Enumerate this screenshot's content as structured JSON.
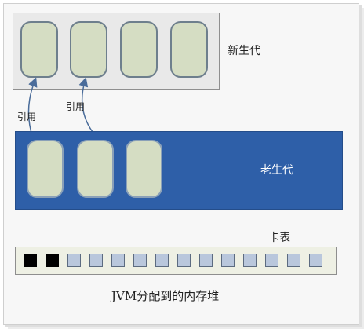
{
  "young_gen": {
    "label": "新生代",
    "cell_count": 4
  },
  "old_gen": {
    "label": "老生代",
    "cell_count": 3
  },
  "references": {
    "labels": [
      "引用",
      "引用"
    ]
  },
  "card_table": {
    "label": "卡表",
    "cards": [
      "dirty",
      "dirty",
      "clean",
      "clean",
      "clean",
      "clean",
      "clean",
      "clean",
      "clean",
      "clean",
      "clean",
      "clean",
      "clean",
      "clean"
    ]
  },
  "heap": {
    "label": "JVM分配到的内存堆"
  },
  "colors": {
    "old_gen_fill": "#2e5fa8",
    "region_fill": "#d5ddc3",
    "dirty_card": "#000000",
    "clean_card": "#b9c7dc"
  }
}
